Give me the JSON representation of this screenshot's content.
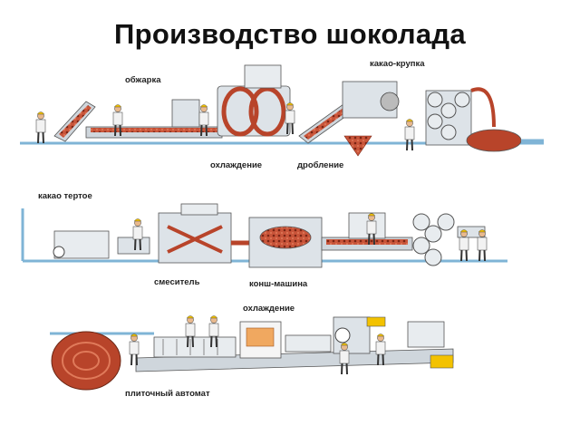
{
  "title": "Производство шоколада",
  "labels": {
    "roasting": "обжарка",
    "cocoa_nibs": "какао-крупка",
    "cooling_1": "охлаждение",
    "crushing": "дробление",
    "cocoa_liquor": "какао тертое",
    "mixer": "смеситель",
    "conche": "конш-машина",
    "cooling_2": "охлаждение",
    "tablet_machine": "плиточный автомат"
  },
  "colors": {
    "pipe": "#7fb4d6",
    "machine": "#cfd6dc",
    "cocoa": "#b8442a",
    "worker_coat": "#f2f2f2",
    "helmet": "#f3c200"
  }
}
